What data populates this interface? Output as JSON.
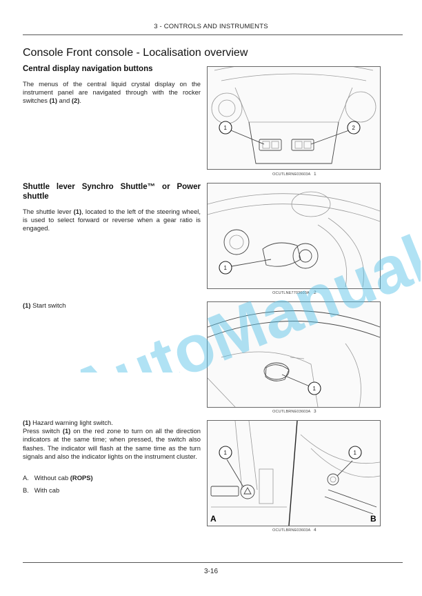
{
  "header": "3 - CONTROLS AND INSTRUMENTS",
  "title": "Console Front console - Localisation overview",
  "section1": {
    "heading": "Central display navigation buttons",
    "text_a": "The menus of the central liquid crystal display on the instrument panel are navigated through with the rocker switches ",
    "ref1": "(1)",
    "text_b": " and ",
    "ref2": "(2)",
    "text_c": "."
  },
  "section2": {
    "heading": "Shuttle lever Synchro Shuttle™ or Power shuttle",
    "text_a": "The shuttle lever ",
    "ref1": "(1)",
    "text_b": ", located to the left of the steering wheel, is used to select forward or reverse when a gear ratio is engaged."
  },
  "section3": {
    "ref1": "(1)",
    "text": " Start switch"
  },
  "section4": {
    "ref1": "(1)",
    "line1": " Hazard warning light switch.",
    "text_a": "Press switch ",
    "ref2": "(1)",
    "text_b": " on the red zone to turn on all the direction indicators at the same time; when pressed, the switch also flashes. The indicator will flash at the same time as the turn signals and also the indicator lights on the instrument cluster.",
    "item_a_prefix": "A.",
    "item_a_text": "Without cab ",
    "item_a_bold": "(ROPS)",
    "item_b_prefix": "B.",
    "item_b_text": "With cab"
  },
  "figures": {
    "fig1": {
      "code": "OCUTLBRNE03603A",
      "num": "1",
      "callouts": [
        "1",
        "2"
      ]
    },
    "fig2": {
      "code": "OCUTLNE7703603A",
      "num": "2",
      "callouts": [
        "1"
      ]
    },
    "fig3": {
      "code": "OCUTLBRNE03603A",
      "num": "3",
      "callouts": [
        "1"
      ]
    },
    "fig4": {
      "code": "OCUTLBRNE03603A",
      "num": "4",
      "callouts": [
        "1",
        "1"
      ],
      "panel_a": "A",
      "panel_b": "B"
    }
  },
  "watermark": "AutoManual",
  "footer": "3-16"
}
